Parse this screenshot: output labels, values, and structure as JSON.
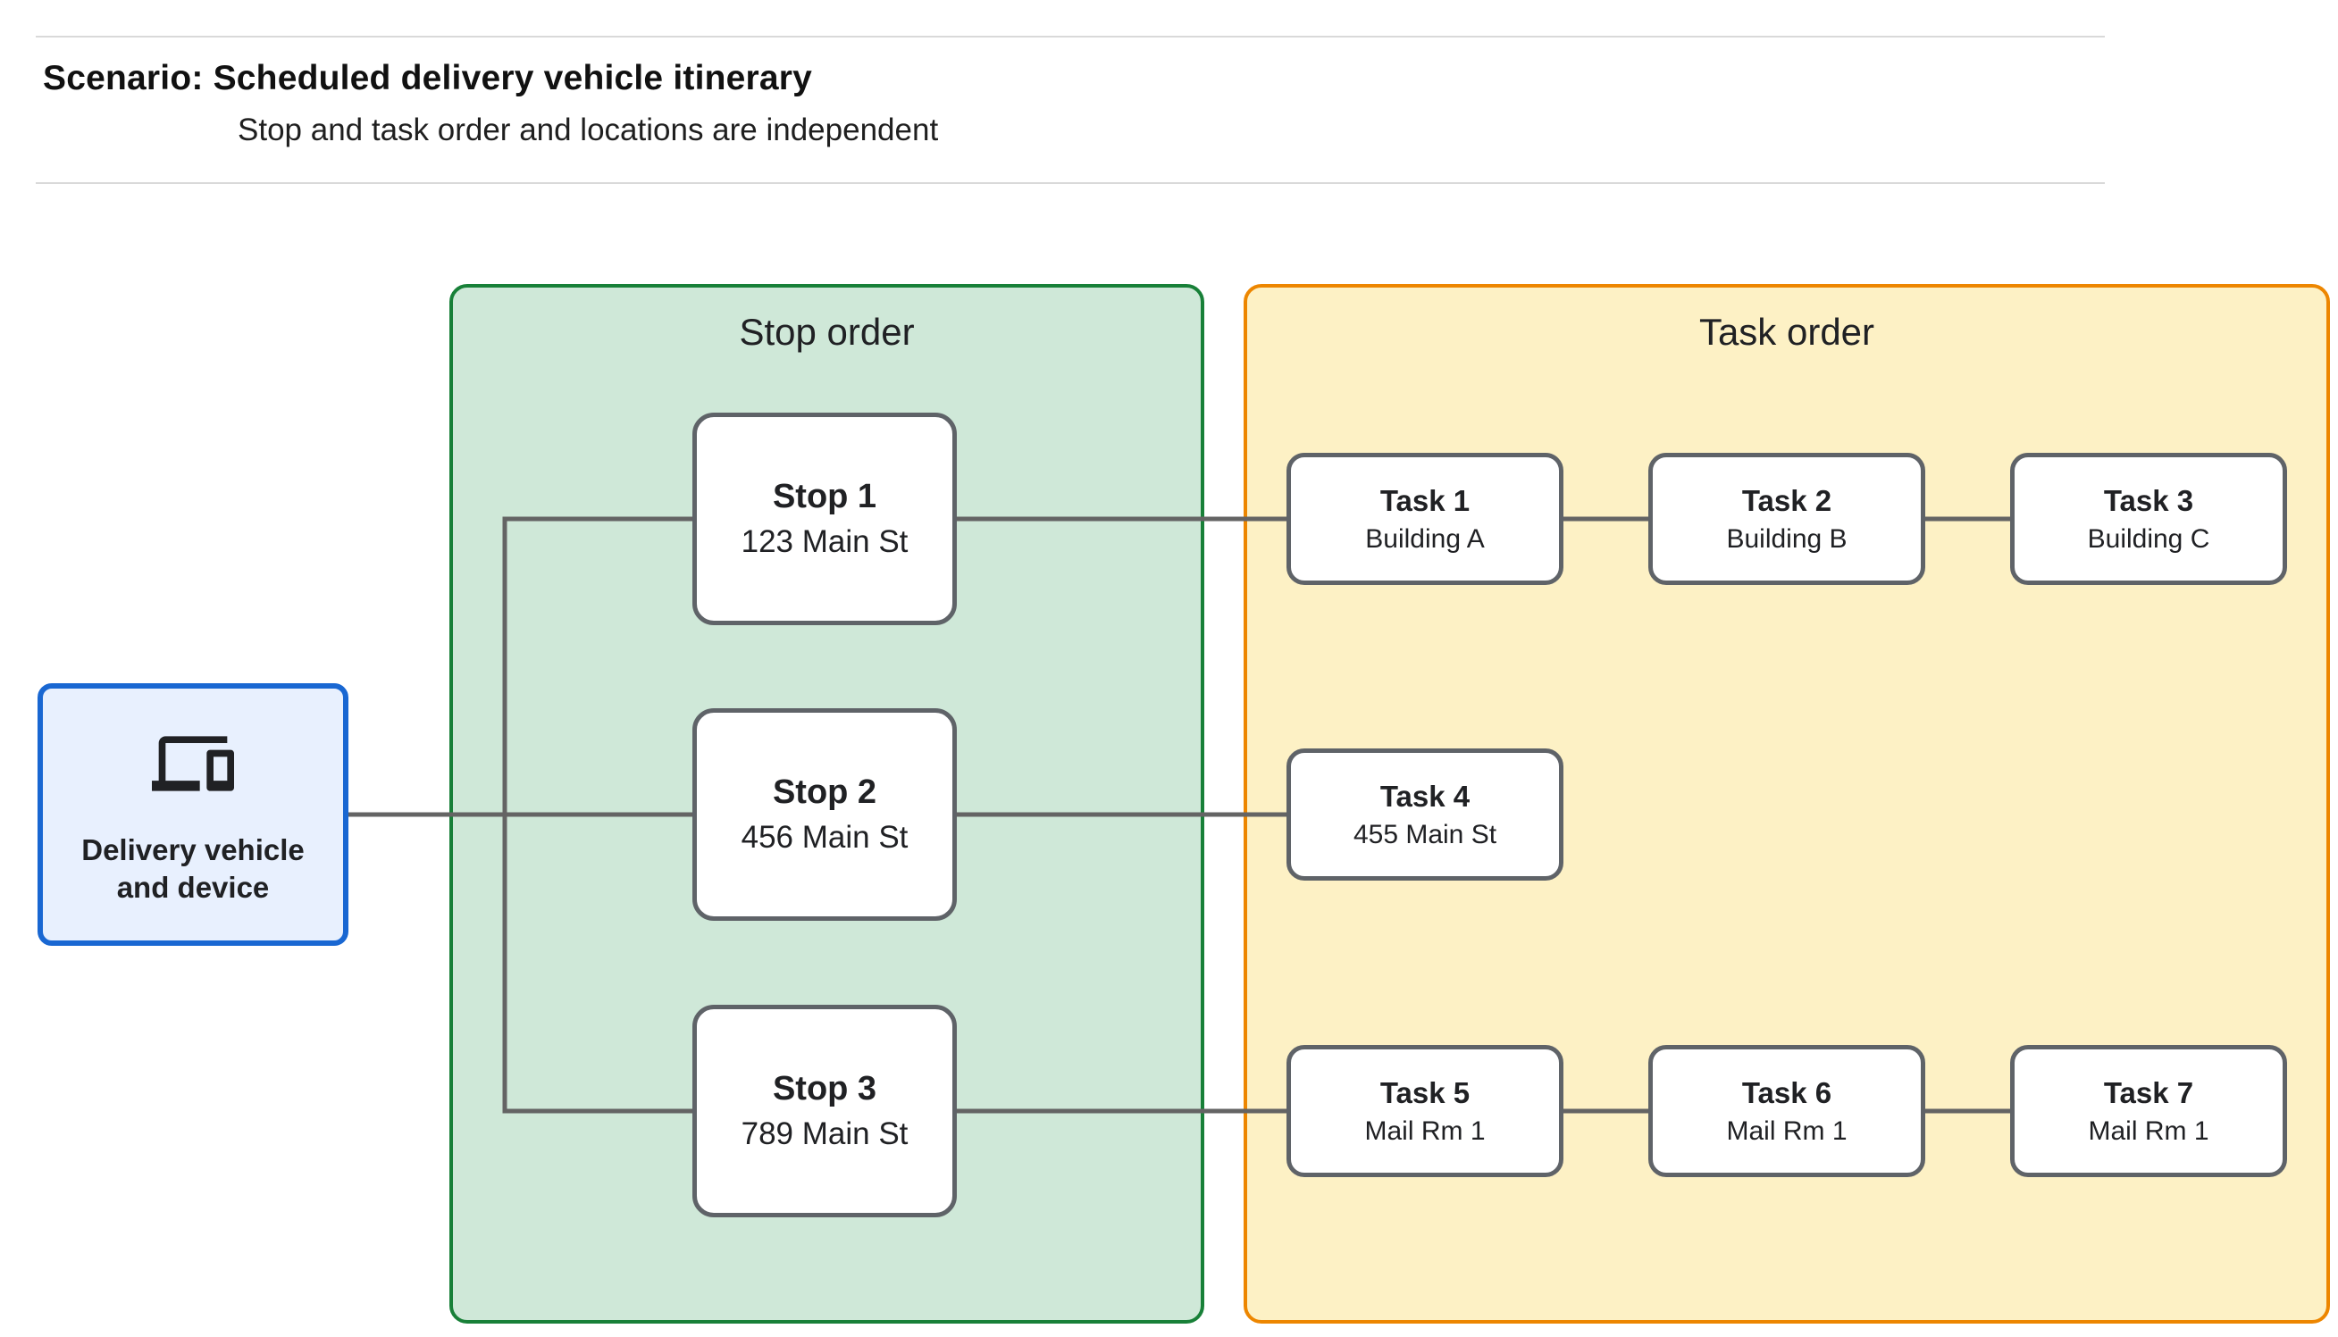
{
  "header": {
    "title": "Scenario: Scheduled delivery vehicle itinerary",
    "subtitle": "Stop and task order and locations are independent"
  },
  "vehicle_node": {
    "label": "Delivery vehicle and device",
    "icon": "devices-icon",
    "fill_color": "#e8f0fe",
    "border_color": "#1967d2"
  },
  "stop_group": {
    "title": "Stop order",
    "fill_color": "#cfe8d8",
    "border_color": "#188038",
    "stops": [
      {
        "name": "Stop 1",
        "location": "123 Main St"
      },
      {
        "name": "Stop 2",
        "location": "456 Main St"
      },
      {
        "name": "Stop 3",
        "location": "789 Main St"
      }
    ]
  },
  "task_group": {
    "title": "Task order",
    "fill_color": "#fdf1c5",
    "border_color": "#ed8600",
    "tasks": [
      {
        "name": "Task 1",
        "location": "Building A"
      },
      {
        "name": "Task 2",
        "location": "Building B"
      },
      {
        "name": "Task 3",
        "location": "Building C"
      },
      {
        "name": "Task 4",
        "location": "455 Main St"
      },
      {
        "name": "Task 5",
        "location": "Mail Rm 1"
      },
      {
        "name": "Task 6",
        "location": "Mail Rm 1"
      },
      {
        "name": "Task 7",
        "location": "Mail Rm 1"
      }
    ]
  },
  "styles": {
    "connector_color": "#646464",
    "node_border_color": "#5f6368",
    "divider_color": "#d9d9d9",
    "text_color": "#202124"
  }
}
